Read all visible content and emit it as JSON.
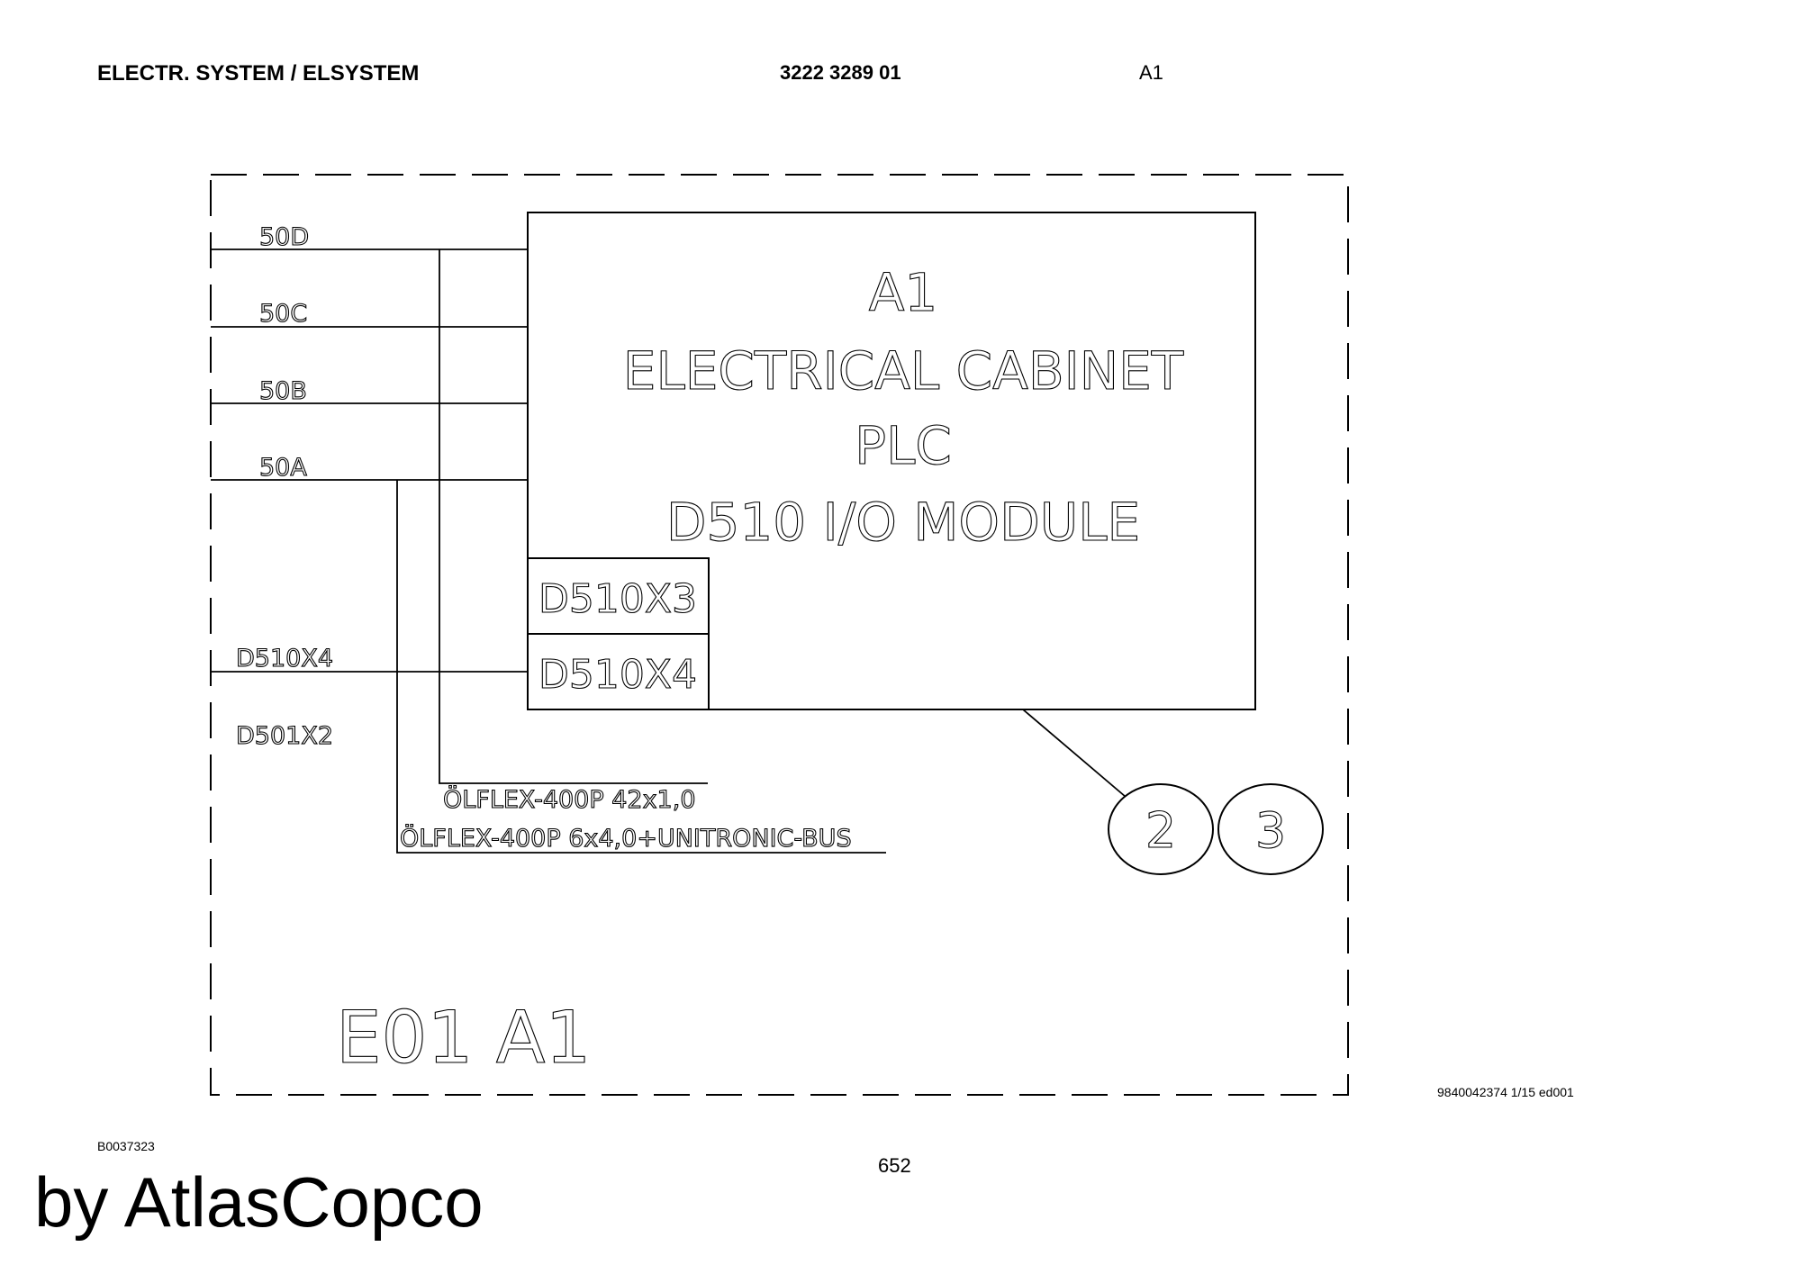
{
  "header": {
    "section_title": "ELECTR. SYSTEM / ELSYSTEM",
    "part_number": "3222 3289 01",
    "sheet_ref": "A1"
  },
  "diagram": {
    "cabinet": {
      "line1": "A1",
      "line2": "ELECTRICAL CABINET",
      "line3": "PLC",
      "line4": "D510 I/O MODULE"
    },
    "connectors": [
      "D510X3",
      "D510X4"
    ],
    "wire_labels": [
      "50D",
      "50C",
      "50B",
      "50A",
      "D510X4",
      "D501X2"
    ],
    "cables": [
      "ÖLFLEX-400P 42x1,0",
      "ÖLFLEX-400P 6x4,0+UNITRONIC-BUS"
    ],
    "page_refs": [
      "2",
      "3"
    ],
    "frame_label": "E01 A1"
  },
  "footer": {
    "doc_code": "9840042374 1/15 ed001",
    "drawing_id": "B0037323",
    "page_number": "652",
    "brand": "by AtlasCopco"
  }
}
